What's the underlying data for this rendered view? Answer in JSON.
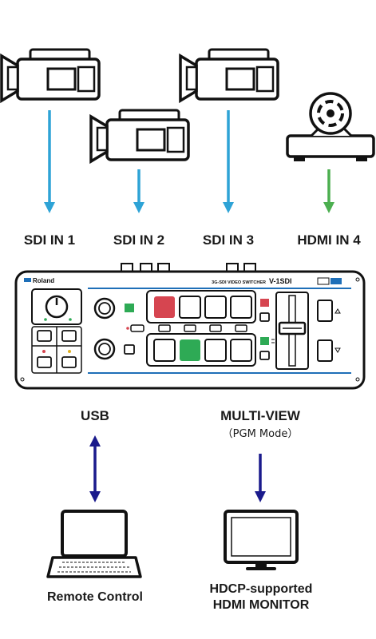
{
  "inputs": [
    {
      "label": "SDI IN 1",
      "device": "camcorder-icon",
      "arrow_color": "#2ea3d6"
    },
    {
      "label": "SDI IN 2",
      "device": "camcorder-icon",
      "arrow_color": "#2ea3d6"
    },
    {
      "label": "SDI IN 3",
      "device": "camcorder-icon",
      "arrow_color": "#2ea3d6"
    },
    {
      "label": "HDMI IN 4",
      "device": "disc-player-icon",
      "arrow_color": "#4caf50"
    }
  ],
  "switcher": {
    "brand": "Roland",
    "model_caption": "3G-SDI VIDEO SWITCHER",
    "model": "V-1SDI",
    "accent_blue": "#1e6fb8",
    "button_red": "#d64550",
    "button_green": "#2eaa55"
  },
  "outputs": [
    {
      "label": "USB",
      "sublabel": "",
      "device_label": "Remote Control",
      "device": "laptop-icon",
      "arrow": "bidirectional"
    },
    {
      "label": "MULTI-VIEW",
      "sublabel": "（PGM Mode）",
      "device_label_line1": "HDCP-supported",
      "device_label_line2": "HDMI MONITOR",
      "device": "monitor-icon",
      "arrow": "down"
    }
  ],
  "output_arrow_color": "#1a1a8c"
}
